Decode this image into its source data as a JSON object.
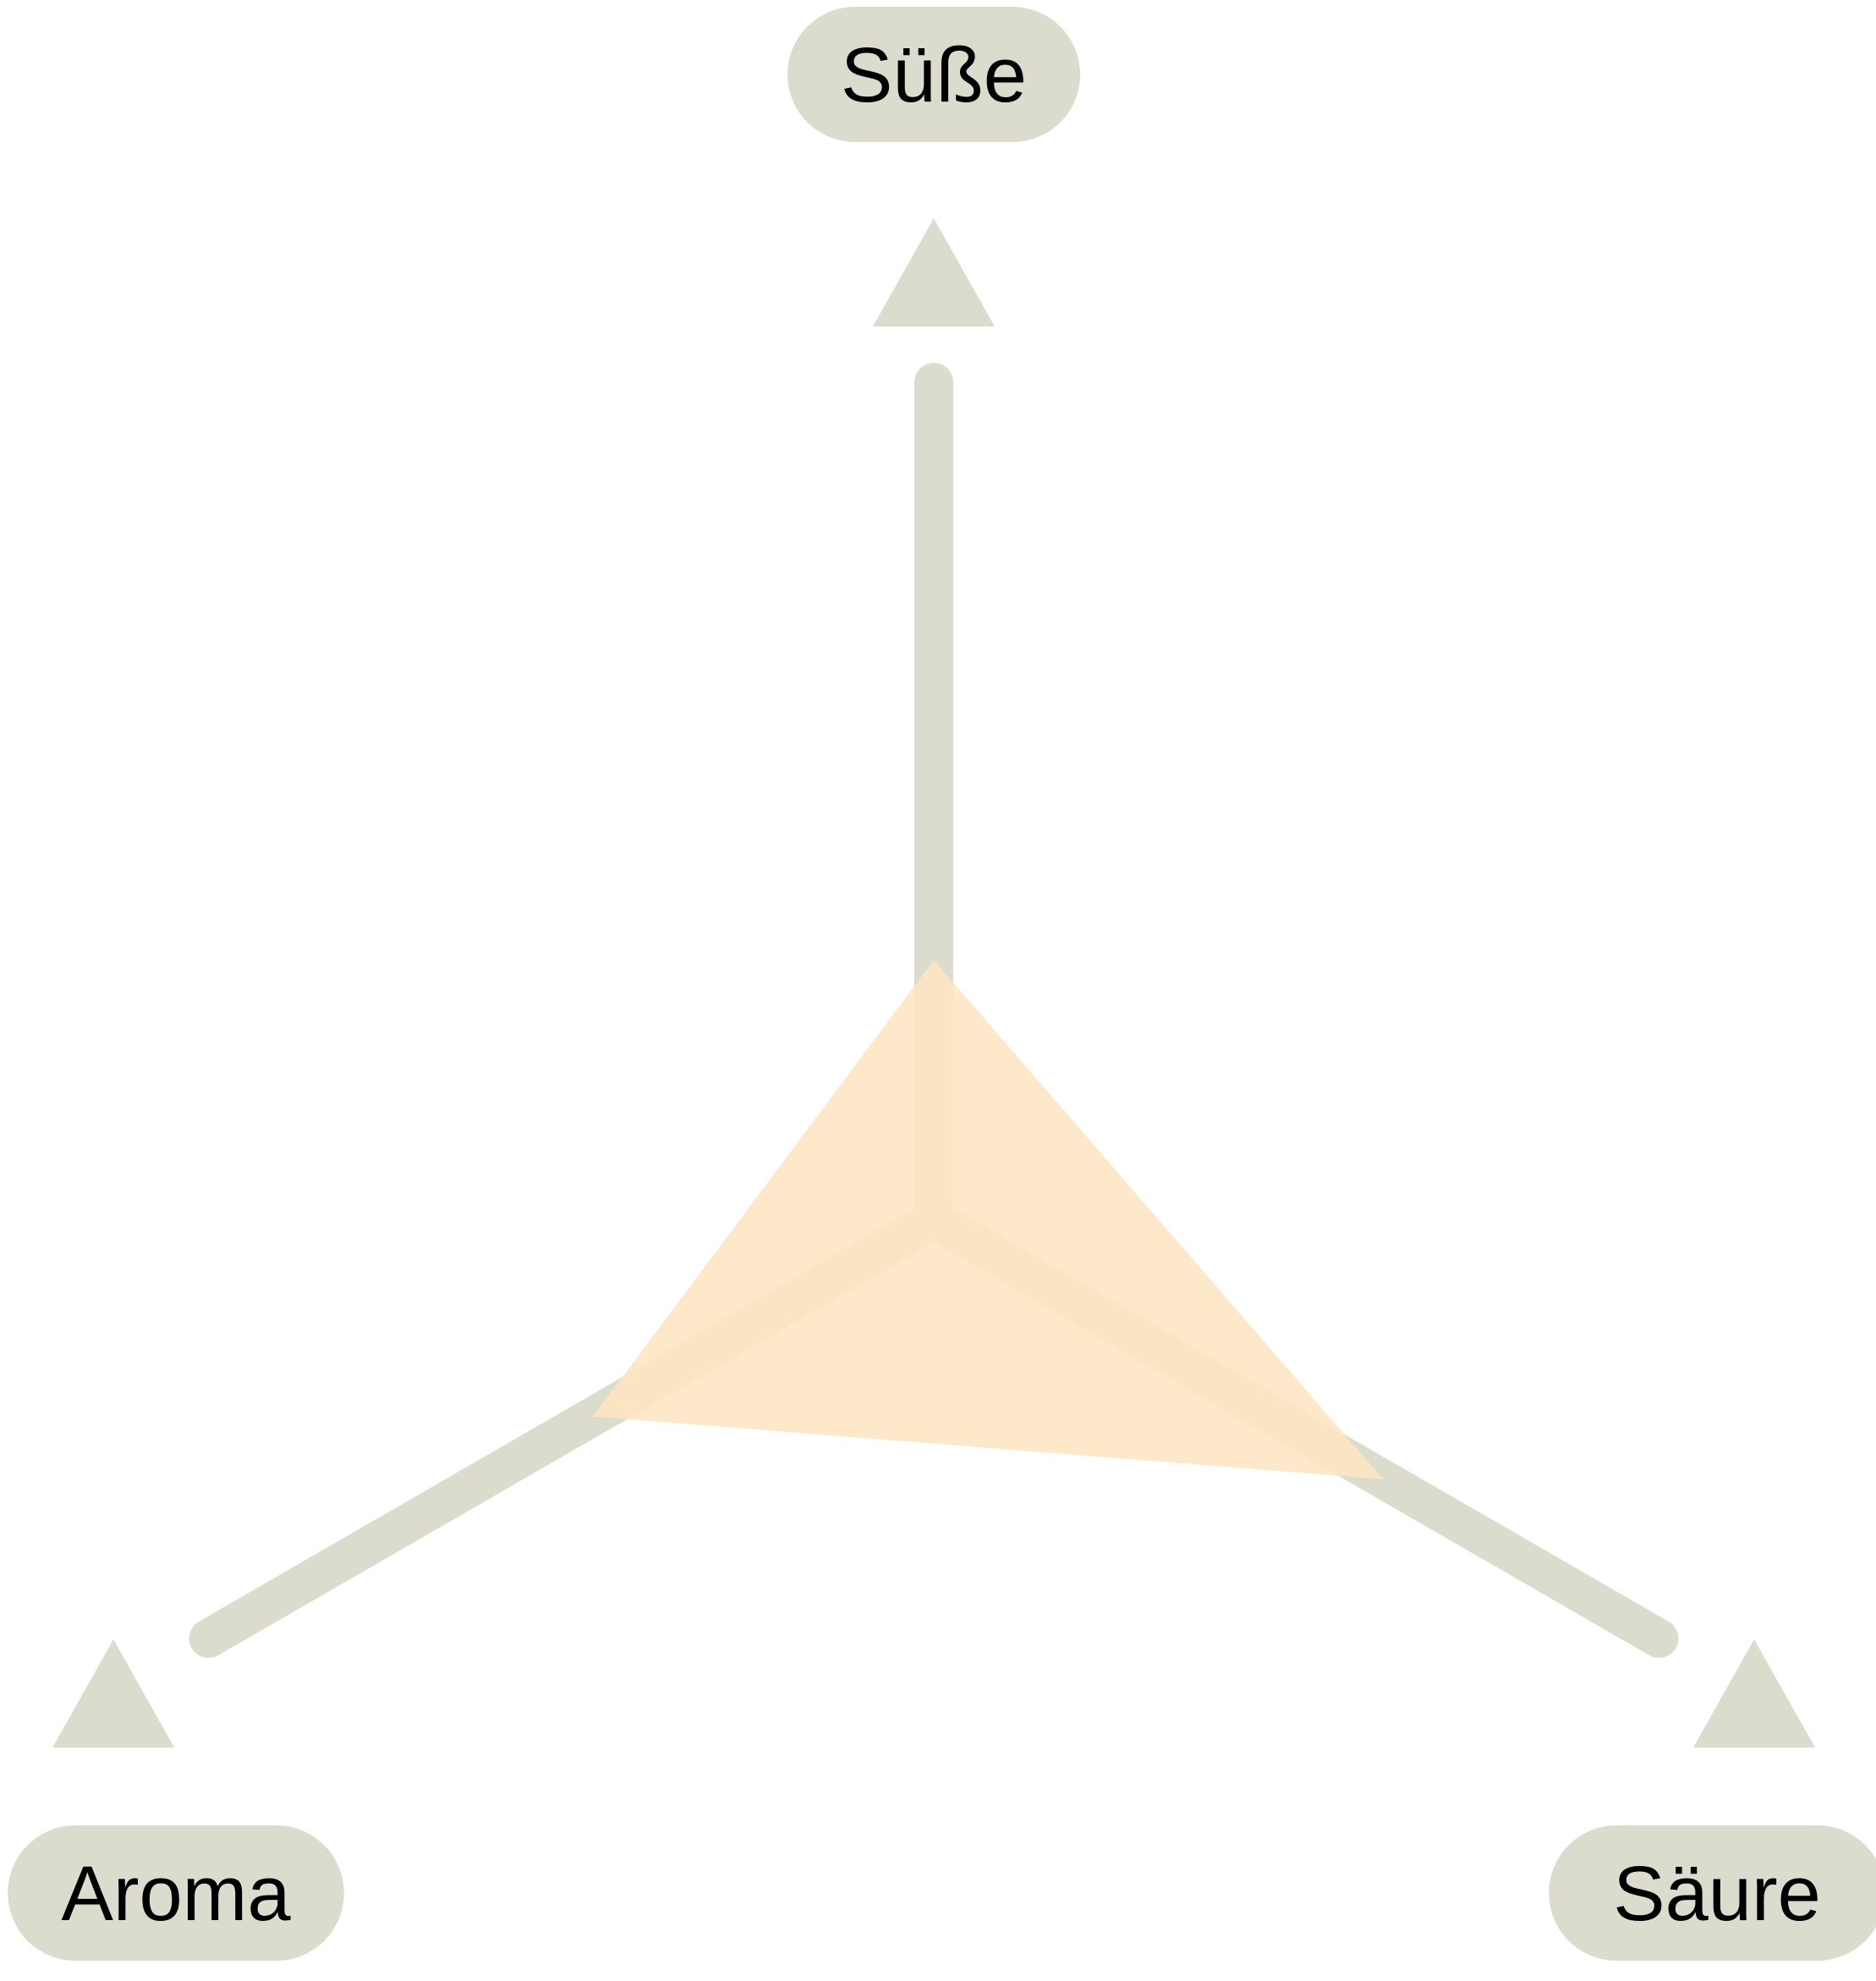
{
  "chart_data": {
    "type": "radar",
    "axes": [
      {
        "label": "Süße",
        "value": 0.31
      },
      {
        "label": "Säure",
        "value": 0.62
      },
      {
        "label": "Aroma",
        "value": 0.47
      }
    ],
    "range": [
      0,
      1
    ],
    "grid": false,
    "colors": {
      "axis": "#dbdccd",
      "label_pill": "#dbdccd",
      "label_text": "#000000",
      "area": "#fde5c2",
      "background": "#ffffff"
    }
  }
}
